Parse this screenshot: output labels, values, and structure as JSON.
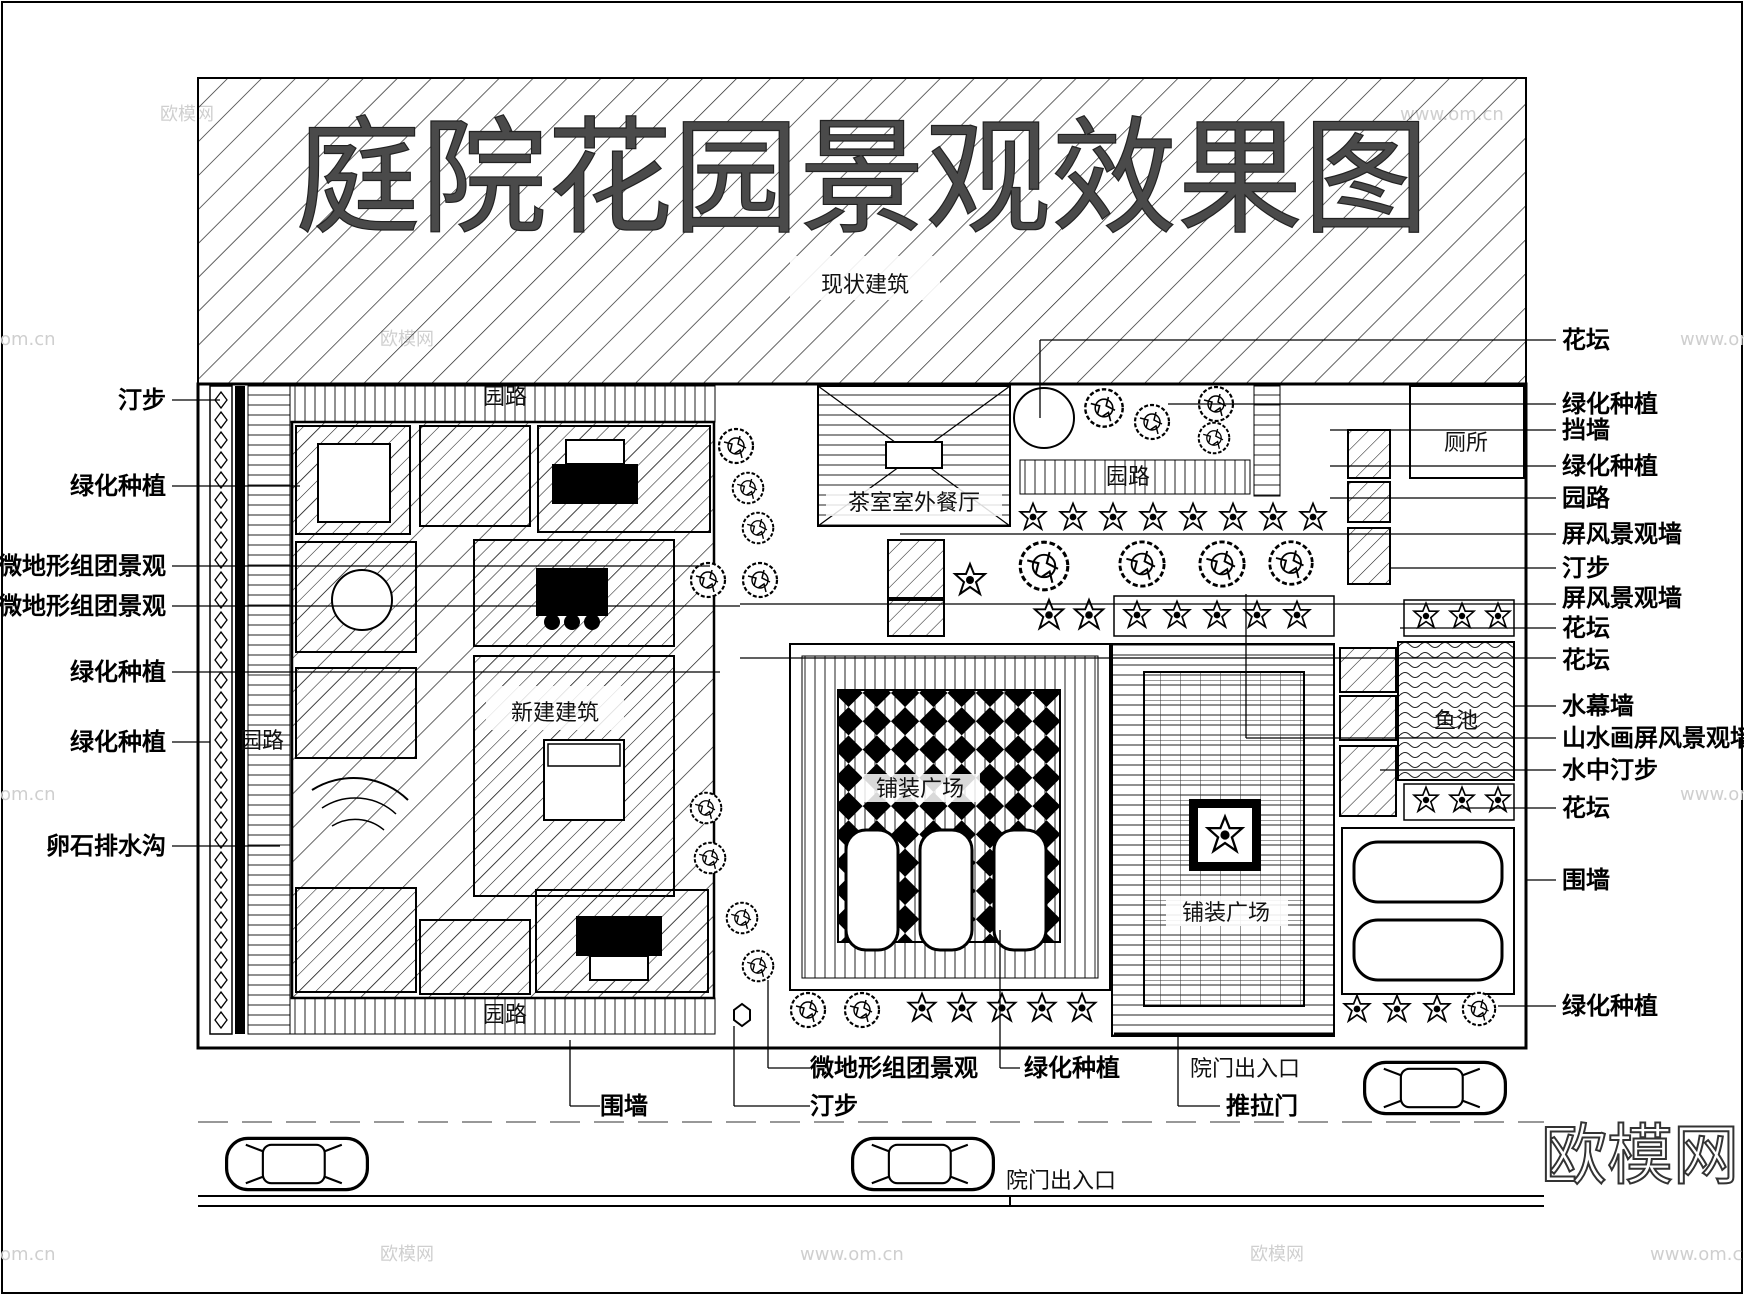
{
  "title": "庭院花园景观效果图",
  "existing_building": "现状建筑",
  "new_building": "新建建筑",
  "room_labels": {
    "outdoor_dining": "茶室室外餐厅",
    "toilet": "厕所",
    "pool": "鱼池",
    "paved_court_left": "铺装广场",
    "paved_court_right": "铺装广场",
    "path_top": "园路",
    "path_bottom": "园路",
    "path_left": "园路",
    "path_right_top": "园路"
  },
  "left_callouts": [
    "汀步",
    "绿化种植",
    "微地形组团景观",
    "微地形组团景观",
    "绿化种植",
    "绿化种植",
    "卵石排水沟"
  ],
  "right_callouts": [
    "花坛",
    "绿化种植",
    "挡墙",
    "绿化种植",
    "园路",
    "屏风景观墙",
    "汀步",
    "屏风景观墙",
    "花坛",
    "花坛",
    "水幕墙",
    "山水画屏风景观墙",
    "水中汀步",
    "花坛",
    "围墙",
    "绿化种植"
  ],
  "bottom_callouts": {
    "wall": "围墙",
    "micro_terrain": "微地形组团景观",
    "planting": "绿化种植",
    "stepping": "汀步",
    "gate_entrance": "院门出入口",
    "sliding_gate": "推拉门"
  },
  "street_entrance": "院门出入口",
  "brand_mark": "欧模网",
  "watermark": {
    "brand": "欧模网",
    "url": "www.om.cn",
    "fragment": "om.cn"
  },
  "colors": {
    "line": "#000000",
    "hatch": "#222222",
    "title_fill": "#4a4a4a",
    "watermark": "#cfcfcf"
  }
}
